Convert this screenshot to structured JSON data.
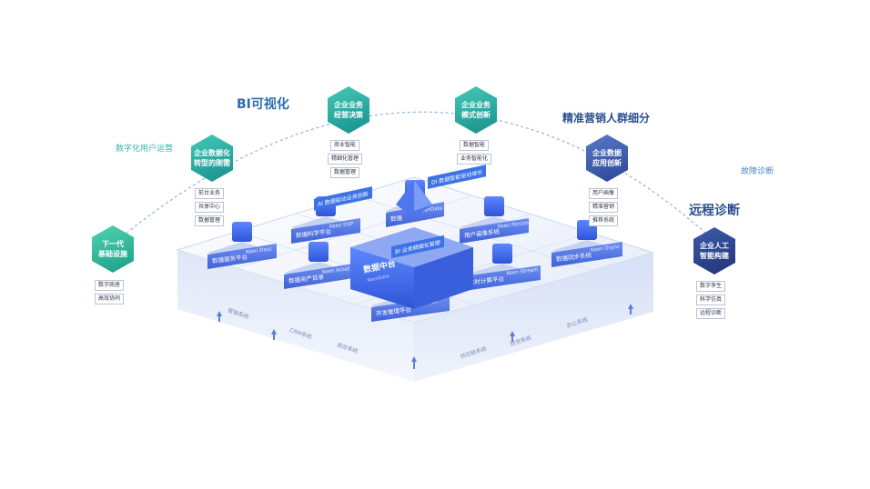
{
  "arc_labels": {
    "bi": "BI可视化",
    "user_ops": "数字化用户运营",
    "marketing": "精准营销人群细分",
    "remote": "远程诊断",
    "fault": "故障诊断"
  },
  "hexagons": [
    {
      "id": "infra",
      "title": "下一代\n基础设施",
      "tags": [
        "数字底座",
        "高效协同"
      ],
      "color": "#22a88a"
    },
    {
      "id": "transform",
      "title": "企业数据化\n转型的刚需",
      "tags": [
        "前台业务",
        "共享中心",
        "数据管理"
      ],
      "color": "#1e9e8c"
    },
    {
      "id": "decision",
      "title": "企业业务\n经营决策",
      "tags": [
        "商业智能",
        "精细化管理",
        "数据管理"
      ],
      "color": "#1a9a95"
    },
    {
      "id": "innovation",
      "title": "企业业务\n模式创新",
      "tags": [
        "数据智能",
        "业务智能化"
      ],
      "color": "#1a98a0"
    },
    {
      "id": "datainnov",
      "title": "企业数据\n应用创新",
      "tags": [
        "用户画像",
        "精准营销",
        "推荐系统"
      ],
      "color": "#2f4d9e"
    },
    {
      "id": "ai",
      "title": "企业人工\n智能构建",
      "tags": [
        "数字孪生",
        "科学仿真",
        "远程诊断"
      ],
      "color": "#24397f"
    }
  ],
  "center": {
    "title": "数据中台",
    "subtitle": "KeenData"
  },
  "modules": [
    {
      "id": "dass",
      "label": "数据服务平台",
      "en": "Keen Dass"
    },
    {
      "id": "dsp",
      "label": "数据科学平台",
      "en": "Keen DSP"
    },
    {
      "id": "asset",
      "label": "数据资产目录",
      "en": "Keen Asset"
    },
    {
      "id": "bdp",
      "label": "开发管理平台",
      "en": "Keen BDP"
    },
    {
      "id": "stream",
      "label": "实时计算平台",
      "en": "Keen Stream"
    },
    {
      "id": "persona",
      "label": "用户画像系统",
      "en": "Keen Persona"
    },
    {
      "id": "dsync",
      "label": "数据同步系统",
      "en": "Keen Dsync"
    },
    {
      "id": "top",
      "label": "数据",
      "en": "KeenData"
    }
  ],
  "callouts": {
    "ai": "AI 数据驱动业务创新",
    "di": "DI 数据智能驱动增长",
    "bi": "BI 业务精细化管理"
  },
  "base_systems": [
    "营销系统",
    "CRM系统",
    "库存系统",
    "供应链系统",
    "财务系统",
    "办公系统"
  ]
}
